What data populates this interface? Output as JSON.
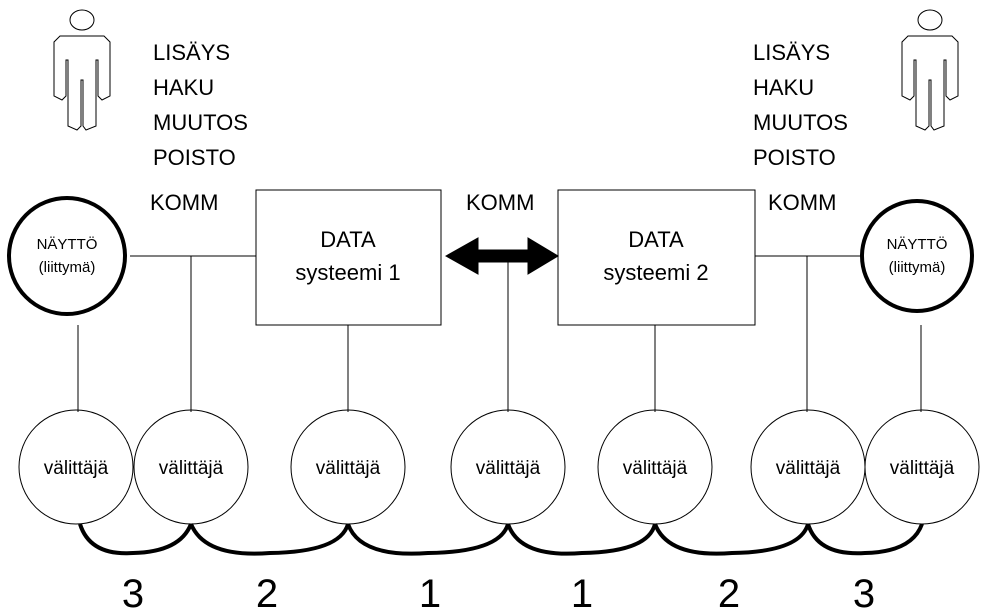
{
  "operations": {
    "left": [
      "LISÄYS",
      "HAKU",
      "MUUTOS",
      "POISTO"
    ],
    "right": [
      "LISÄYS",
      "HAKU",
      "MUUTOS",
      "POISTO"
    ]
  },
  "comm_labels": [
    "KOMM",
    "KOMM",
    "KOMM"
  ],
  "systems": [
    {
      "line1": "DATA",
      "line2": "systeemi 1"
    },
    {
      "line1": "DATA",
      "line2": "systeemi 2"
    }
  ],
  "displays": [
    {
      "line1": "NÄYTTÖ",
      "line2": "(liittymä)"
    },
    {
      "line1": "NÄYTTÖ",
      "line2": "(liittymä)"
    }
  ],
  "agents": [
    "välittäjä",
    "välittäjä",
    "välittäjä",
    "välittäjä",
    "välittäjä",
    "välittäjä",
    "välittäjä"
  ],
  "levels": [
    "3",
    "2",
    "1",
    "1",
    "2",
    "3"
  ],
  "icons": {
    "user": "person-outline-icon",
    "link": "double-arrow-icon"
  }
}
